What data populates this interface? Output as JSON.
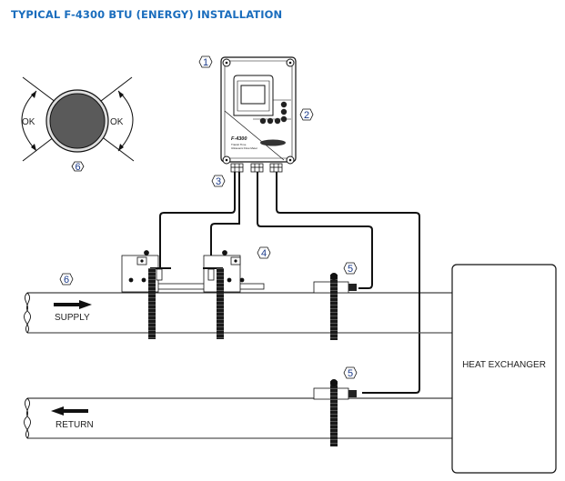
{
  "title": "TYPICAL F-4300 BTU (ENERGY) INSTALLATION",
  "colors": {
    "title": "#1a6dbd",
    "callout_number": "#1a3a8a",
    "line": "#111111",
    "pipe_section": "#5a5a5a"
  },
  "angle_guide": {
    "left_label": "OK",
    "right_label": "OK",
    "callout": "6"
  },
  "meter": {
    "model_label": "F-4300",
    "subtitle_line1": "Transit Time",
    "subtitle_line2": "Ultrasonic Flow Meter",
    "callouts": [
      "1",
      "2",
      "3"
    ]
  },
  "transducers": {
    "callout": "4"
  },
  "temperature_sensors": {
    "callout_supply": "5",
    "callout_return": "5"
  },
  "pipes": {
    "supply_callout": "6",
    "supply_label": "SUPPLY",
    "return_label": "RETURN"
  },
  "heat_exchanger": {
    "label": "HEAT EXCHANGER"
  }
}
